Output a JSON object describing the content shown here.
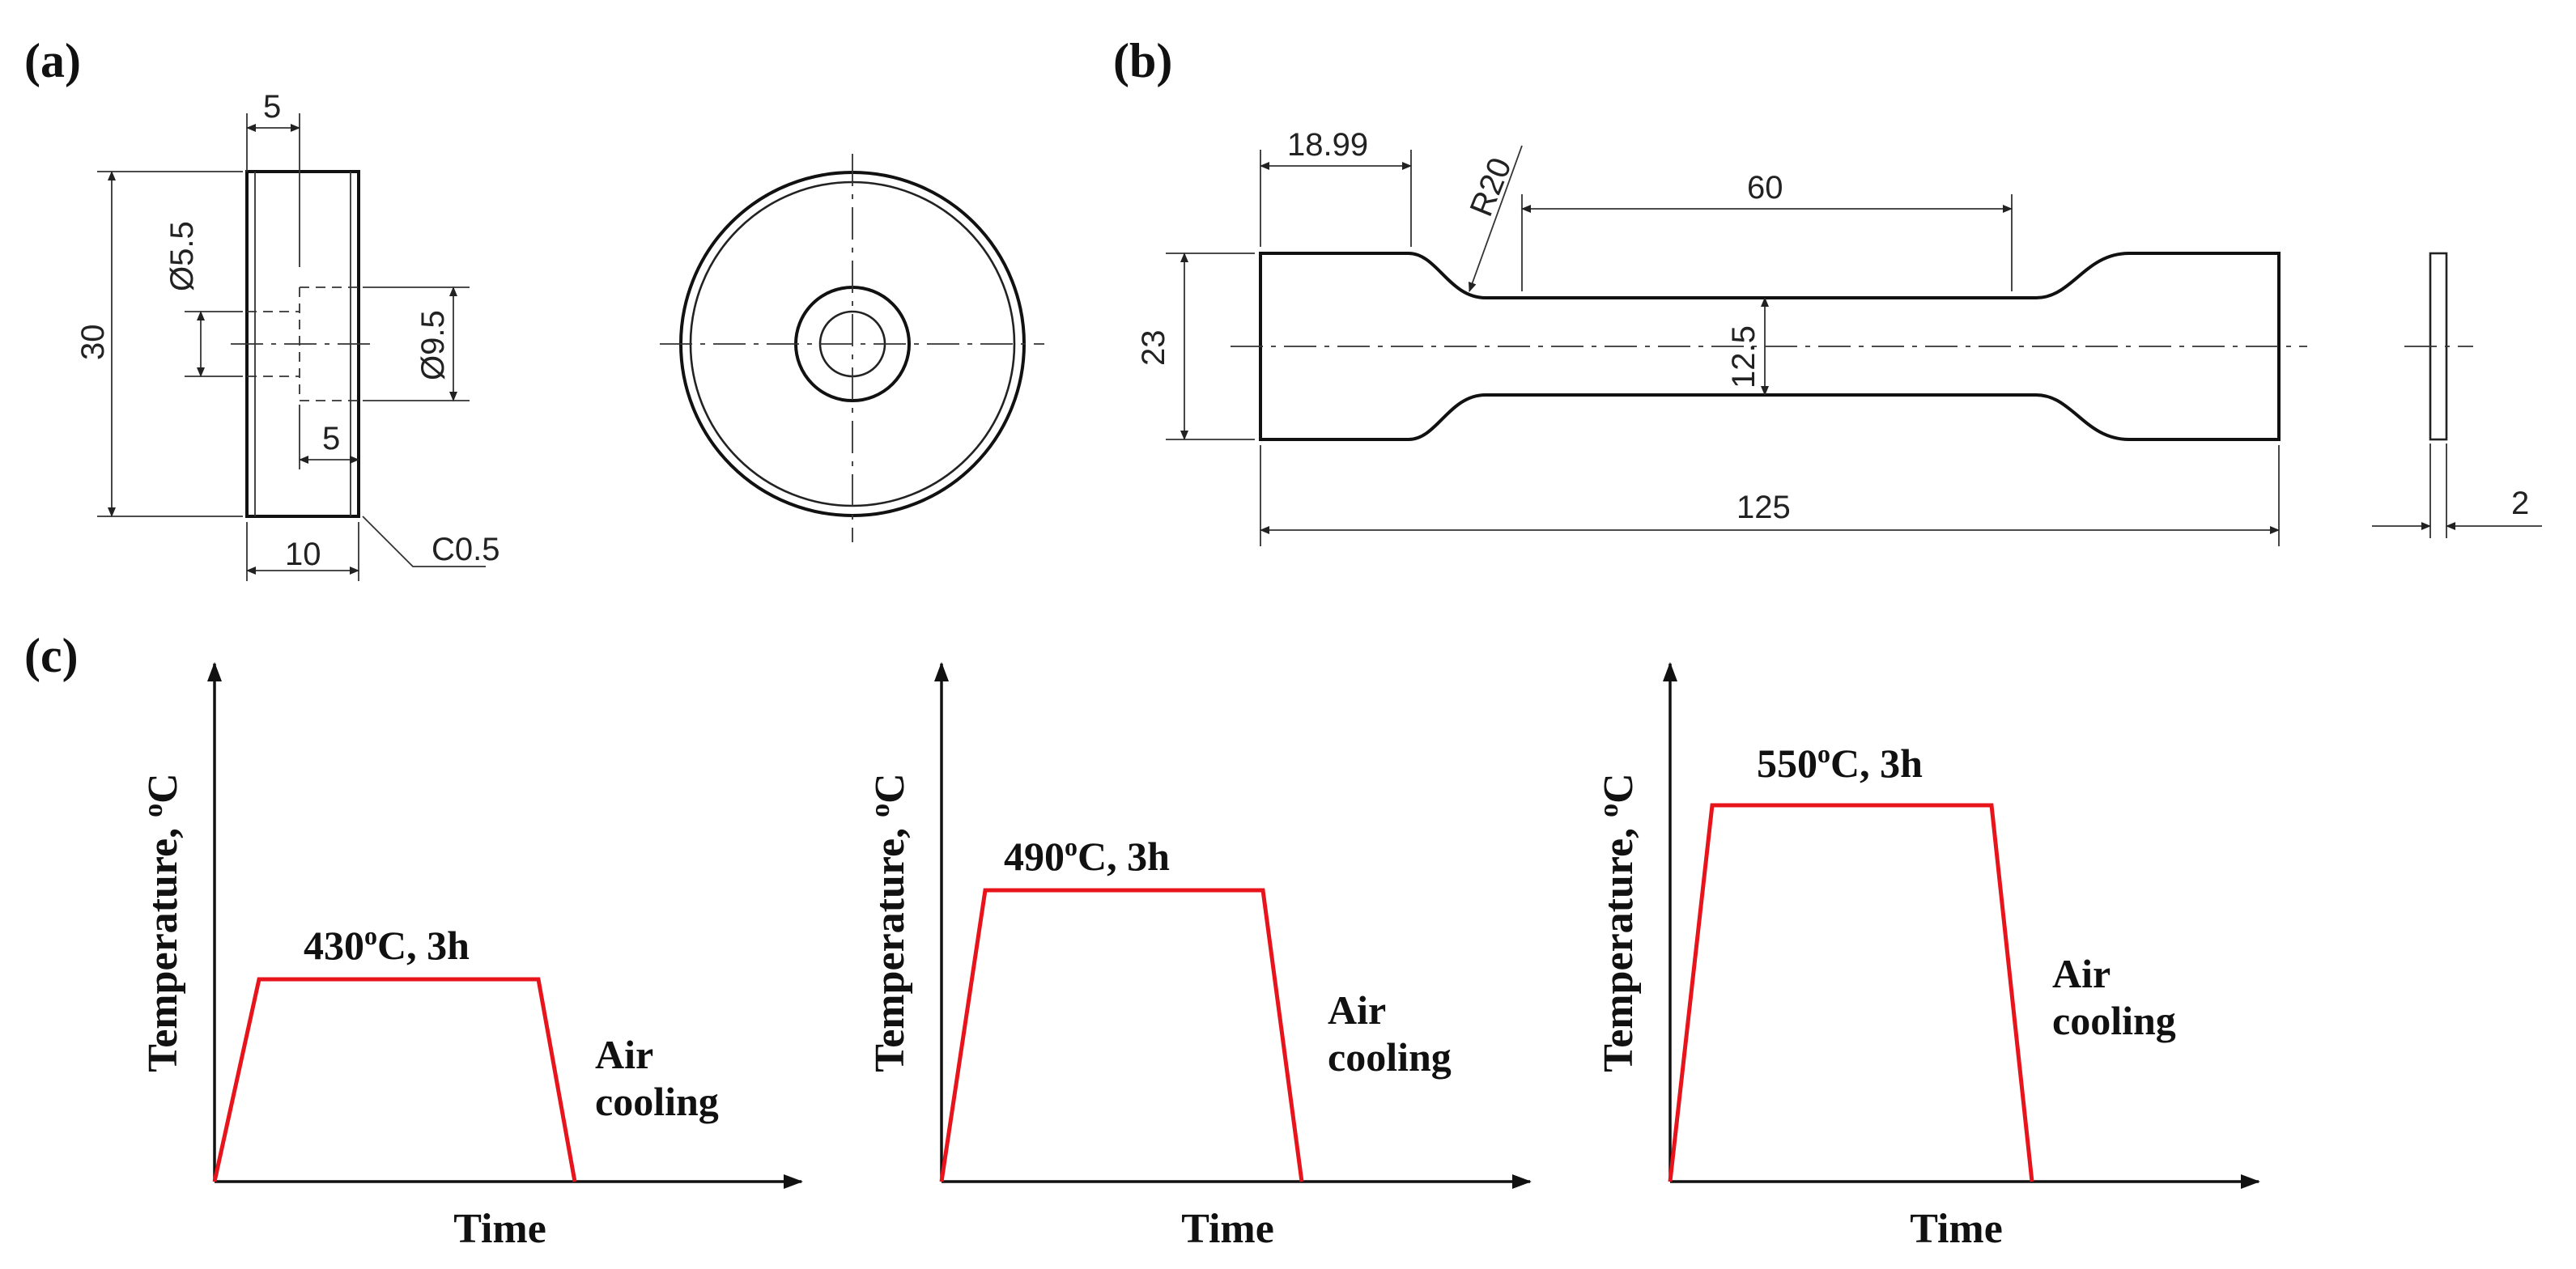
{
  "panel_labels": {
    "a": "(a)",
    "b": "(b)",
    "c": "(c)"
  },
  "panel_a": {
    "dim_top_width": "5",
    "dim_height": "30",
    "dim_small_dia": "Ø5.5",
    "dim_large_dia": "Ø9.5",
    "dim_counterbore_depth": "5",
    "dim_bottom_width": "10",
    "dim_chamfer": "C0.5"
  },
  "panel_b": {
    "dim_shoulder": "18.99",
    "dim_radius": "R20",
    "dim_gauge_length": "60",
    "dim_width": "23",
    "dim_gauge_width": "12.5",
    "dim_total_length": "125",
    "dim_thickness": "2"
  },
  "panel_c": {
    "graphs": [
      {
        "x_label": "Time",
        "y_label": "Temperature, ",
        "y_unit_sup": "o",
        "y_unit": "C",
        "hold_temp": "430",
        "temp_sup": "o",
        "temp_suffix": "C, 3h",
        "cooling_line1": "Air",
        "cooling_line2": "cooling"
      },
      {
        "x_label": "Time",
        "y_label": "Temperature, ",
        "y_unit_sup": "o",
        "y_unit": "C",
        "hold_temp": "490",
        "temp_sup": "o",
        "temp_suffix": "C, 3h",
        "cooling_line1": "Air",
        "cooling_line2": "cooling"
      },
      {
        "x_label": "Time",
        "y_label": "Temperature, ",
        "y_unit_sup": "o",
        "y_unit": "C",
        "hold_temp": "550",
        "temp_sup": "o",
        "temp_suffix": "C, 3h",
        "cooling_line1": "Air",
        "cooling_line2": "cooling"
      }
    ],
    "profile_color": "#e8141b"
  }
}
